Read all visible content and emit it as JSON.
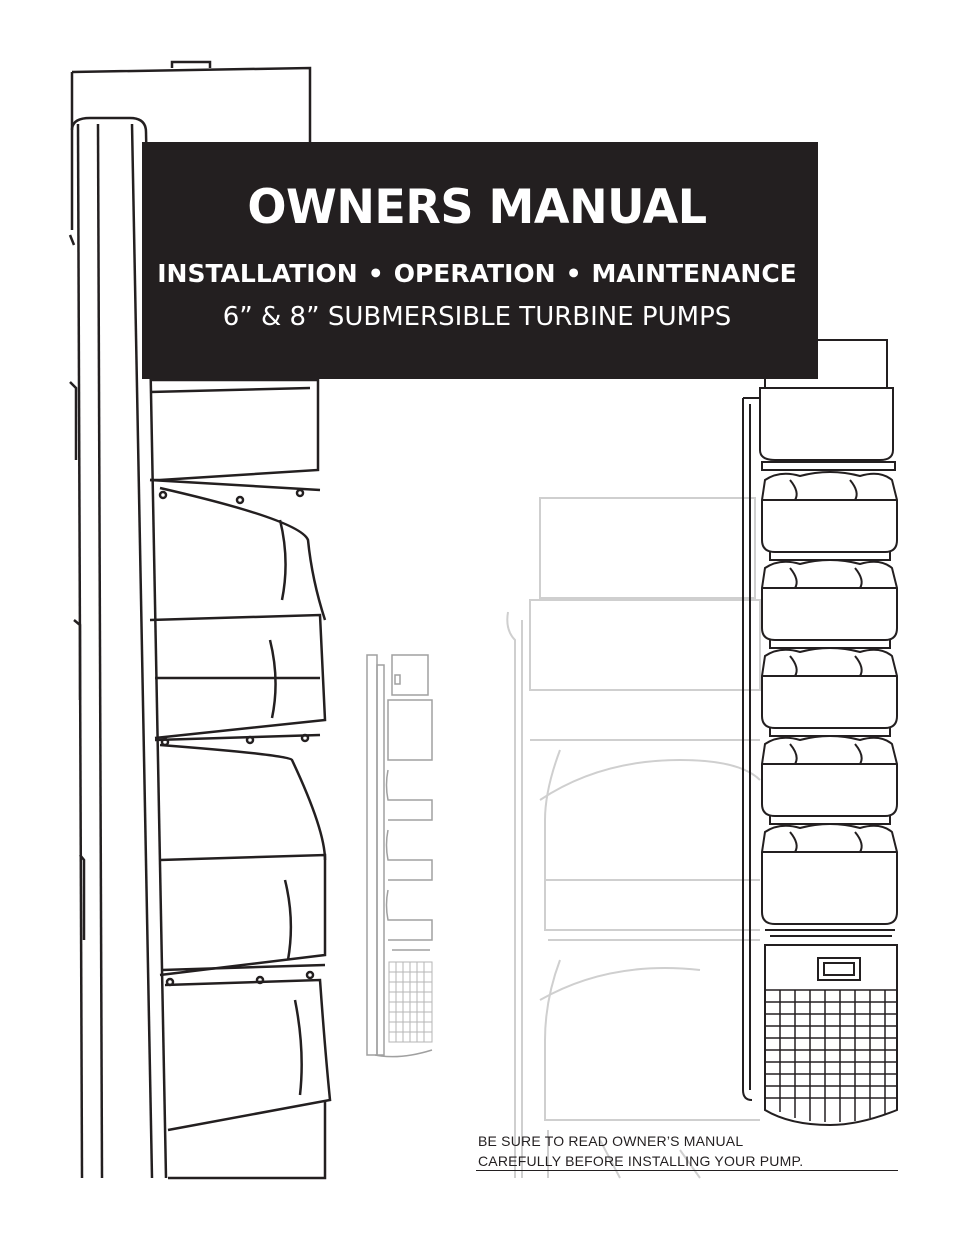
{
  "cover": {
    "title": "OWNERS MANUAL",
    "subtitle_parts": [
      "INSTALLATION",
      "OPERATION",
      "MAINTENANCE"
    ],
    "subtitle_separator": "•",
    "product_line": "6” & 8” SUBMERSIBLE TURBINE PUMPS",
    "notice_line1": "BE SURE TO READ OWNER’S MANUAL",
    "notice_line2": "CAREFULLY BEFORE INSTALLING YOUR PUMP."
  },
  "colors": {
    "banner": "#231f20",
    "banner_text": "#ffffff",
    "line_art": "#231f20",
    "faded_line_art": "#b8b8b8"
  },
  "illustrations": [
    {
      "name": "large-pump-closeup",
      "style": "line-art"
    },
    {
      "name": "small-pump-faded",
      "style": "grey-line-art"
    },
    {
      "name": "medium-pump-faded",
      "style": "light-grey-line-art"
    },
    {
      "name": "pump-full-view",
      "style": "line-art"
    }
  ]
}
